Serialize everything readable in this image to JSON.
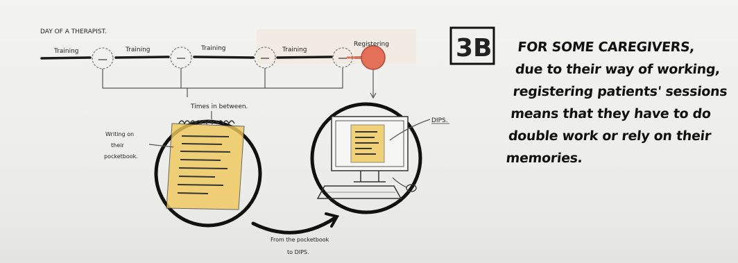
{
  "header": {
    "title": "DAY OF A THERAPIST."
  },
  "timeline": {
    "segments": [
      "Training",
      "Training",
      "Training",
      "Training"
    ],
    "end_label": "Registering"
  },
  "labels": {
    "times_between": "Times in between.",
    "writing_note": [
      "Writing on",
      "their",
      "pocketbook."
    ],
    "dips": "DIPS.",
    "transfer_note": [
      "From the pocketbook",
      "to DIPS."
    ]
  },
  "badge": "3B",
  "statement": [
    "FOR SOME CAREGIVERS,",
    "due to their way of working,",
    "registering patients' sessions",
    "means that they have to do",
    "double work or rely on their",
    "memories."
  ],
  "colors": {
    "ink": "#1a1a1a",
    "paper_fill": "#f0c85a",
    "registering_fill": "#e5705a",
    "highlight": "#f2e6d8"
  }
}
